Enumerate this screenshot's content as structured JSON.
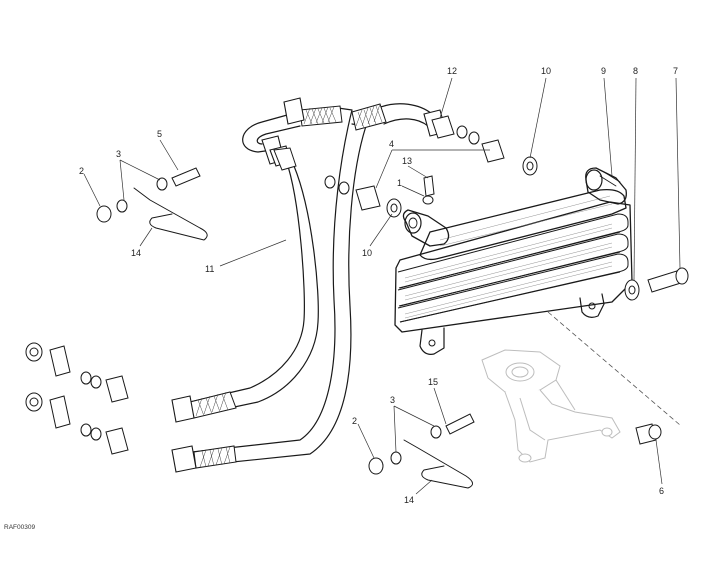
{
  "drawing_code": "RAF00309",
  "callouts": [
    {
      "id": "c12",
      "text": "12"
    },
    {
      "id": "c10a",
      "text": "10"
    },
    {
      "id": "c9",
      "text": "9"
    },
    {
      "id": "c8",
      "text": "8"
    },
    {
      "id": "c7",
      "text": "7"
    },
    {
      "id": "c5",
      "text": "5"
    },
    {
      "id": "c3a",
      "text": "3"
    },
    {
      "id": "c2a",
      "text": "2"
    },
    {
      "id": "c14a",
      "text": "14"
    },
    {
      "id": "c4",
      "text": "4"
    },
    {
      "id": "c13",
      "text": "13"
    },
    {
      "id": "c1",
      "text": "1"
    },
    {
      "id": "c10b",
      "text": "10"
    },
    {
      "id": "c11",
      "text": "11"
    },
    {
      "id": "c15",
      "text": "15"
    },
    {
      "id": "c3b",
      "text": "3"
    },
    {
      "id": "c2b",
      "text": "2"
    },
    {
      "id": "c14b",
      "text": "14"
    },
    {
      "id": "c6",
      "text": "6"
    }
  ]
}
